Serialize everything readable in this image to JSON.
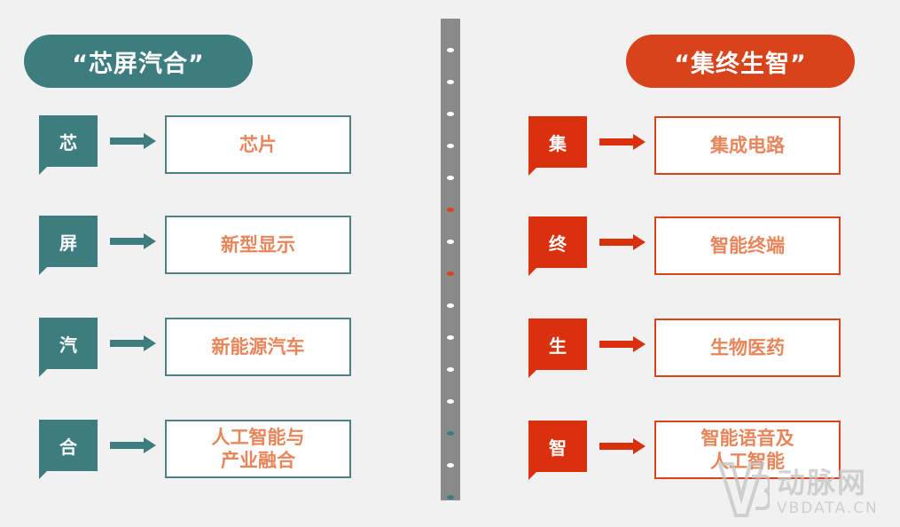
{
  "left": {
    "title": "“芯屏汽合”",
    "rows": [
      {
        "tag": "芯",
        "label": "芯片"
      },
      {
        "tag": "屏",
        "label": "新型显示"
      },
      {
        "tag": "汽",
        "label": "新能源汽车"
      },
      {
        "tag": "合",
        "label": "人工智能与\n产业融合"
      }
    ],
    "color": "#3d7d80"
  },
  "right": {
    "title": "“集终生智”",
    "rows": [
      {
        "tag": "集",
        "label": "集成电路"
      },
      {
        "tag": "终",
        "label": "智能终端"
      },
      {
        "tag": "生",
        "label": "生物医药"
      },
      {
        "tag": "智",
        "label": "智能语音及\n人工智能"
      }
    ],
    "color": "#d9300e"
  },
  "watermark": {
    "brand": "动脉网",
    "domain": "VBDATA.CN"
  }
}
